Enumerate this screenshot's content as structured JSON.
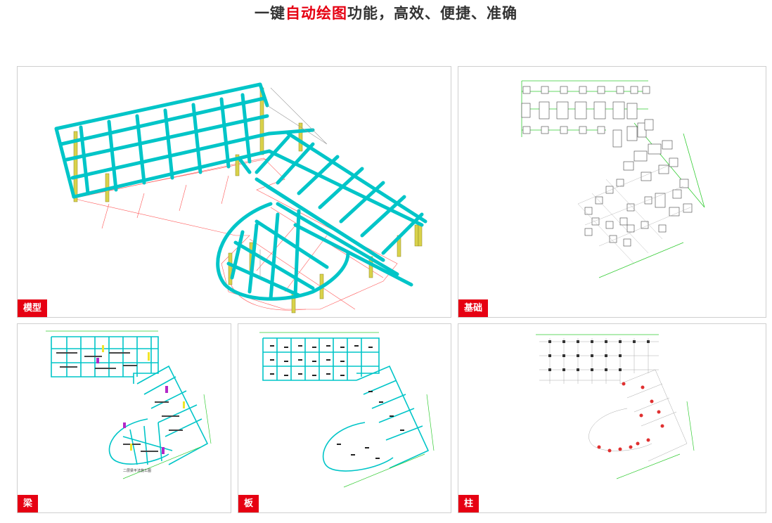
{
  "headline": {
    "prefix": "一键",
    "highlight": "自动绘图",
    "suffix": "功能，高效、便捷、准确",
    "highlight_color": "#e60012"
  },
  "panels": [
    {
      "key": "model",
      "label": "模型"
    },
    {
      "key": "foundation",
      "label": "基础"
    },
    {
      "key": "beam",
      "label": "梁"
    },
    {
      "key": "slab",
      "label": "板"
    },
    {
      "key": "column",
      "label": "柱"
    }
  ],
  "drawing_caption": "二层梁平法施工图"
}
